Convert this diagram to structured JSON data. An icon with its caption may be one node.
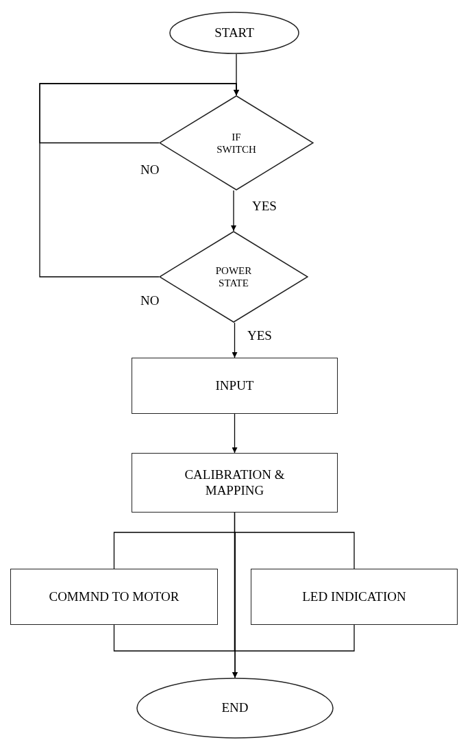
{
  "diagram": {
    "nodes": [
      {
        "text": [
          "START"
        ]
      },
      {
        "text": [
          "IF SWITCH"
        ]
      },
      {
        "text": [
          "POWER STATE"
        ]
      },
      {
        "text": [
          "INPUT"
        ]
      },
      {
        "text": [
          "CALIBRATION & MAPPING"
        ]
      },
      {
        "text": [
          "COMMND TO MOTOR"
        ]
      },
      {
        "text": [
          "LED INDICATION"
        ]
      },
      {
        "text": [
          "END"
        ]
      }
    ],
    "edges": [
      {
        "from": 0,
        "to": 1,
        "arrow": "to"
      },
      {
        "from": 1,
        "to": 1,
        "arrow": "to",
        "label": "NO"
      },
      {
        "from": 1,
        "to": 2,
        "arrow": "to",
        "label": "YES"
      },
      {
        "from": 2,
        "to": 1,
        "arrow": "to",
        "label": "NO"
      },
      {
        "from": 2,
        "to": 3,
        "arrow": "to",
        "label": "YES"
      },
      {
        "from": 3,
        "to": 4,
        "arrow": "to"
      },
      {
        "from": 4,
        "to": 5,
        "arrow": "to"
      },
      {
        "from": 4,
        "to": 6,
        "arrow": "to"
      },
      {
        "from": 5,
        "to": 7,
        "arrow": "to"
      },
      {
        "from": 6,
        "to": 7,
        "arrow": "to"
      }
    ]
  }
}
